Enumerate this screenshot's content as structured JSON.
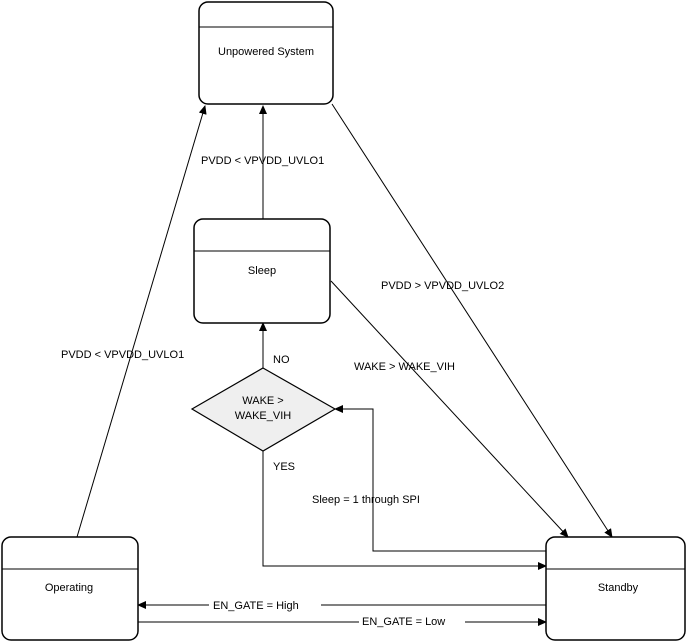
{
  "states": {
    "unpowered": "Unpowered System",
    "sleep": "Sleep",
    "operating": "Operating",
    "standby": "Standby"
  },
  "decision": {
    "line1": "WAKE >",
    "line2": "WAKE_VIH",
    "no_label": "NO",
    "yes_label": "YES"
  },
  "transitions": {
    "sleep_to_unpowered": "PVDD < VPVDD_UVLO1",
    "operating_to_unpowered": "PVDD < VPVDD_UVLO1",
    "unpowered_to_standby": "PVDD > VPVDD_UVLO2",
    "sleep_to_standby": "WAKE > WAKE_VIH",
    "standby_to_decision": "Sleep = 1 through SPI",
    "standby_to_operating": "EN_GATE = High",
    "operating_to_standby": "EN_GATE = Low"
  }
}
